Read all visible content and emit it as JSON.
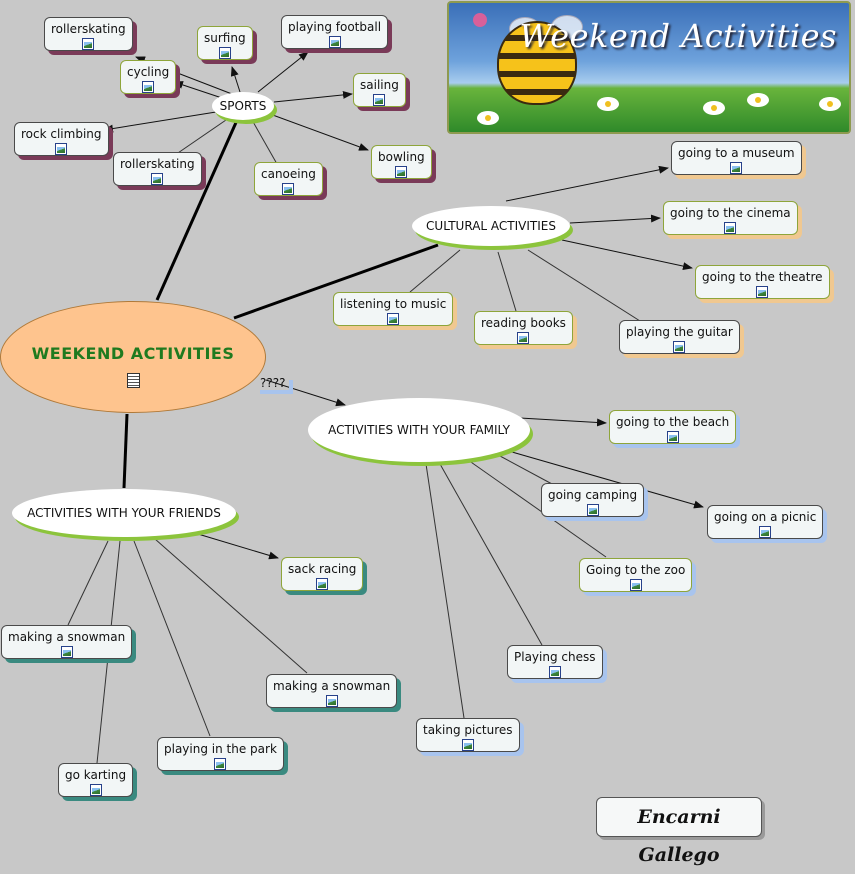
{
  "center": {
    "title": "WEEKEND ACTIVITIES"
  },
  "banner": {
    "title": "Weekend Activities"
  },
  "author": "Encarni Gallego",
  "question_label": "????",
  "hubs": {
    "sports": "SPORTS",
    "cultural": "CULTURAL ACTIVITIES",
    "family": "ACTIVITIES WITH YOUR FAMILY",
    "friends": "ACTIVITIES WITH YOUR FRIENDS"
  },
  "sports": [
    "rollerskating",
    "surfing",
    "playing football",
    "cycling",
    "sailing",
    "rock climbing",
    "rollerskating",
    "canoeing",
    "bowling"
  ],
  "cultural": [
    "going to a museum",
    "going to the cinema",
    "going to the theatre",
    "listening to music",
    "reading books",
    "playing the guitar"
  ],
  "family": [
    "going to the beach",
    "going camping",
    "going on a picnic",
    "Going to the zoo",
    "Playing chess",
    "taking pictures"
  ],
  "friends": [
    "sack racing",
    "making a snowman",
    "making a snowman",
    "playing in the park",
    "go karting"
  ]
}
